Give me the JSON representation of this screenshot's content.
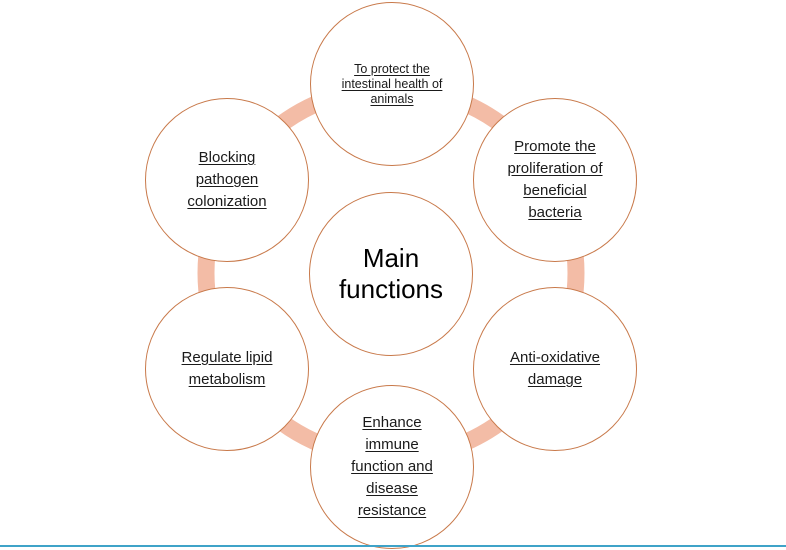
{
  "diagram": {
    "center": {
      "label": "Main functions"
    },
    "nodes": [
      {
        "id": "top",
        "label": "To protect the intestinal health of animals"
      },
      {
        "id": "upper-right",
        "label": "Promote the proliferation of beneficial bacteria"
      },
      {
        "id": "lower-right",
        "label": "Anti-oxidative damage"
      },
      {
        "id": "bottom",
        "label": "Enhance immune function and disease resistance"
      },
      {
        "id": "lower-left",
        "label": "Regulate lipid metabolism"
      },
      {
        "id": "upper-left",
        "label": "Blocking pathogen colonization"
      }
    ]
  },
  "colors": {
    "ring": "#f3bca6",
    "node_border": "#c8794a",
    "node_fill": "#ffffff",
    "bottom_rule": "#3fa3c8"
  }
}
